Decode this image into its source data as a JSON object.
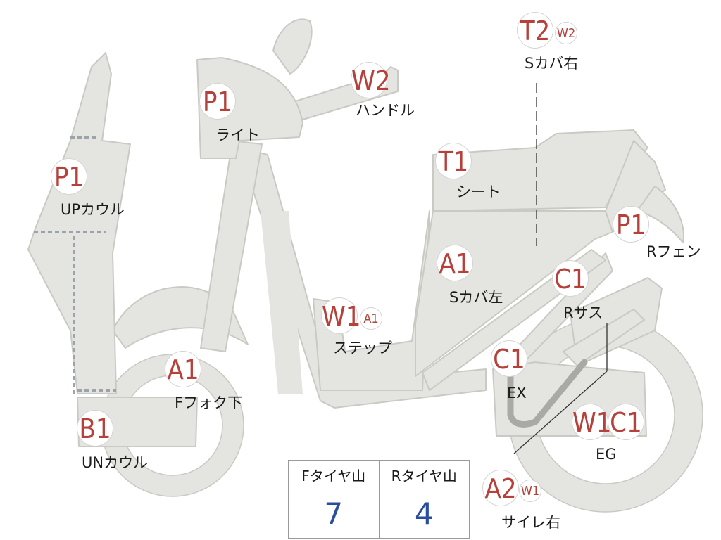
{
  "colors": {
    "body": "#e4e5e0",
    "outline": "#c9cac4",
    "code": "#b6403a",
    "value": "#2a4e9e",
    "dotted": "#9ea3ab"
  },
  "parts": [
    {
      "key": "up_cowl",
      "label": "UPカウル",
      "codes": [
        {
          "text": "P1",
          "size": "lg"
        }
      ]
    },
    {
      "key": "un_cowl",
      "label": "UNカウル",
      "codes": [
        {
          "text": "B1",
          "size": "lg"
        }
      ]
    },
    {
      "key": "light",
      "label": "ライト",
      "codes": [
        {
          "text": "P1",
          "size": "lg"
        }
      ]
    },
    {
      "key": "handle",
      "label": "ハンドル",
      "codes": [
        {
          "text": "W2",
          "size": "lg"
        }
      ]
    },
    {
      "key": "f_fork",
      "label": "Fフォク下",
      "codes": [
        {
          "text": "A1",
          "size": "lg"
        }
      ]
    },
    {
      "key": "step",
      "label": "ステップ",
      "codes": [
        {
          "text": "W1",
          "size": "lg"
        },
        {
          "text": "A1",
          "size": "sm"
        }
      ]
    },
    {
      "key": "seat",
      "label": "シート",
      "codes": [
        {
          "text": "T1",
          "size": "lg"
        }
      ]
    },
    {
      "key": "s_cover_l",
      "label": "Sカバ左",
      "codes": [
        {
          "text": "A1",
          "size": "lg"
        }
      ]
    },
    {
      "key": "s_cover_r",
      "label": "Sカバ右",
      "codes": [
        {
          "text": "T2",
          "size": "lg"
        },
        {
          "text": "W2",
          "size": "sm"
        }
      ]
    },
    {
      "key": "r_fender",
      "label": "Rフェン",
      "codes": [
        {
          "text": "P1",
          "size": "lg"
        }
      ]
    },
    {
      "key": "r_sus",
      "label": "Rサス",
      "codes": [
        {
          "text": "C1",
          "size": "lg"
        }
      ]
    },
    {
      "key": "ex",
      "label": "EX",
      "codes": [
        {
          "text": "C1",
          "size": "lg"
        }
      ]
    },
    {
      "key": "eg",
      "label": "EG",
      "codes": [
        {
          "text": "W1",
          "size": "lg"
        },
        {
          "text": "C1",
          "size": "lg"
        }
      ]
    },
    {
      "key": "muffler_r",
      "label": "サイレ右",
      "codes": [
        {
          "text": "A2",
          "size": "lg"
        },
        {
          "text": "W1",
          "size": "sm"
        }
      ]
    }
  ],
  "tire_table": {
    "headers": [
      "Fタイヤ山",
      "Rタイヤ山"
    ],
    "values": [
      "7",
      "4"
    ]
  }
}
